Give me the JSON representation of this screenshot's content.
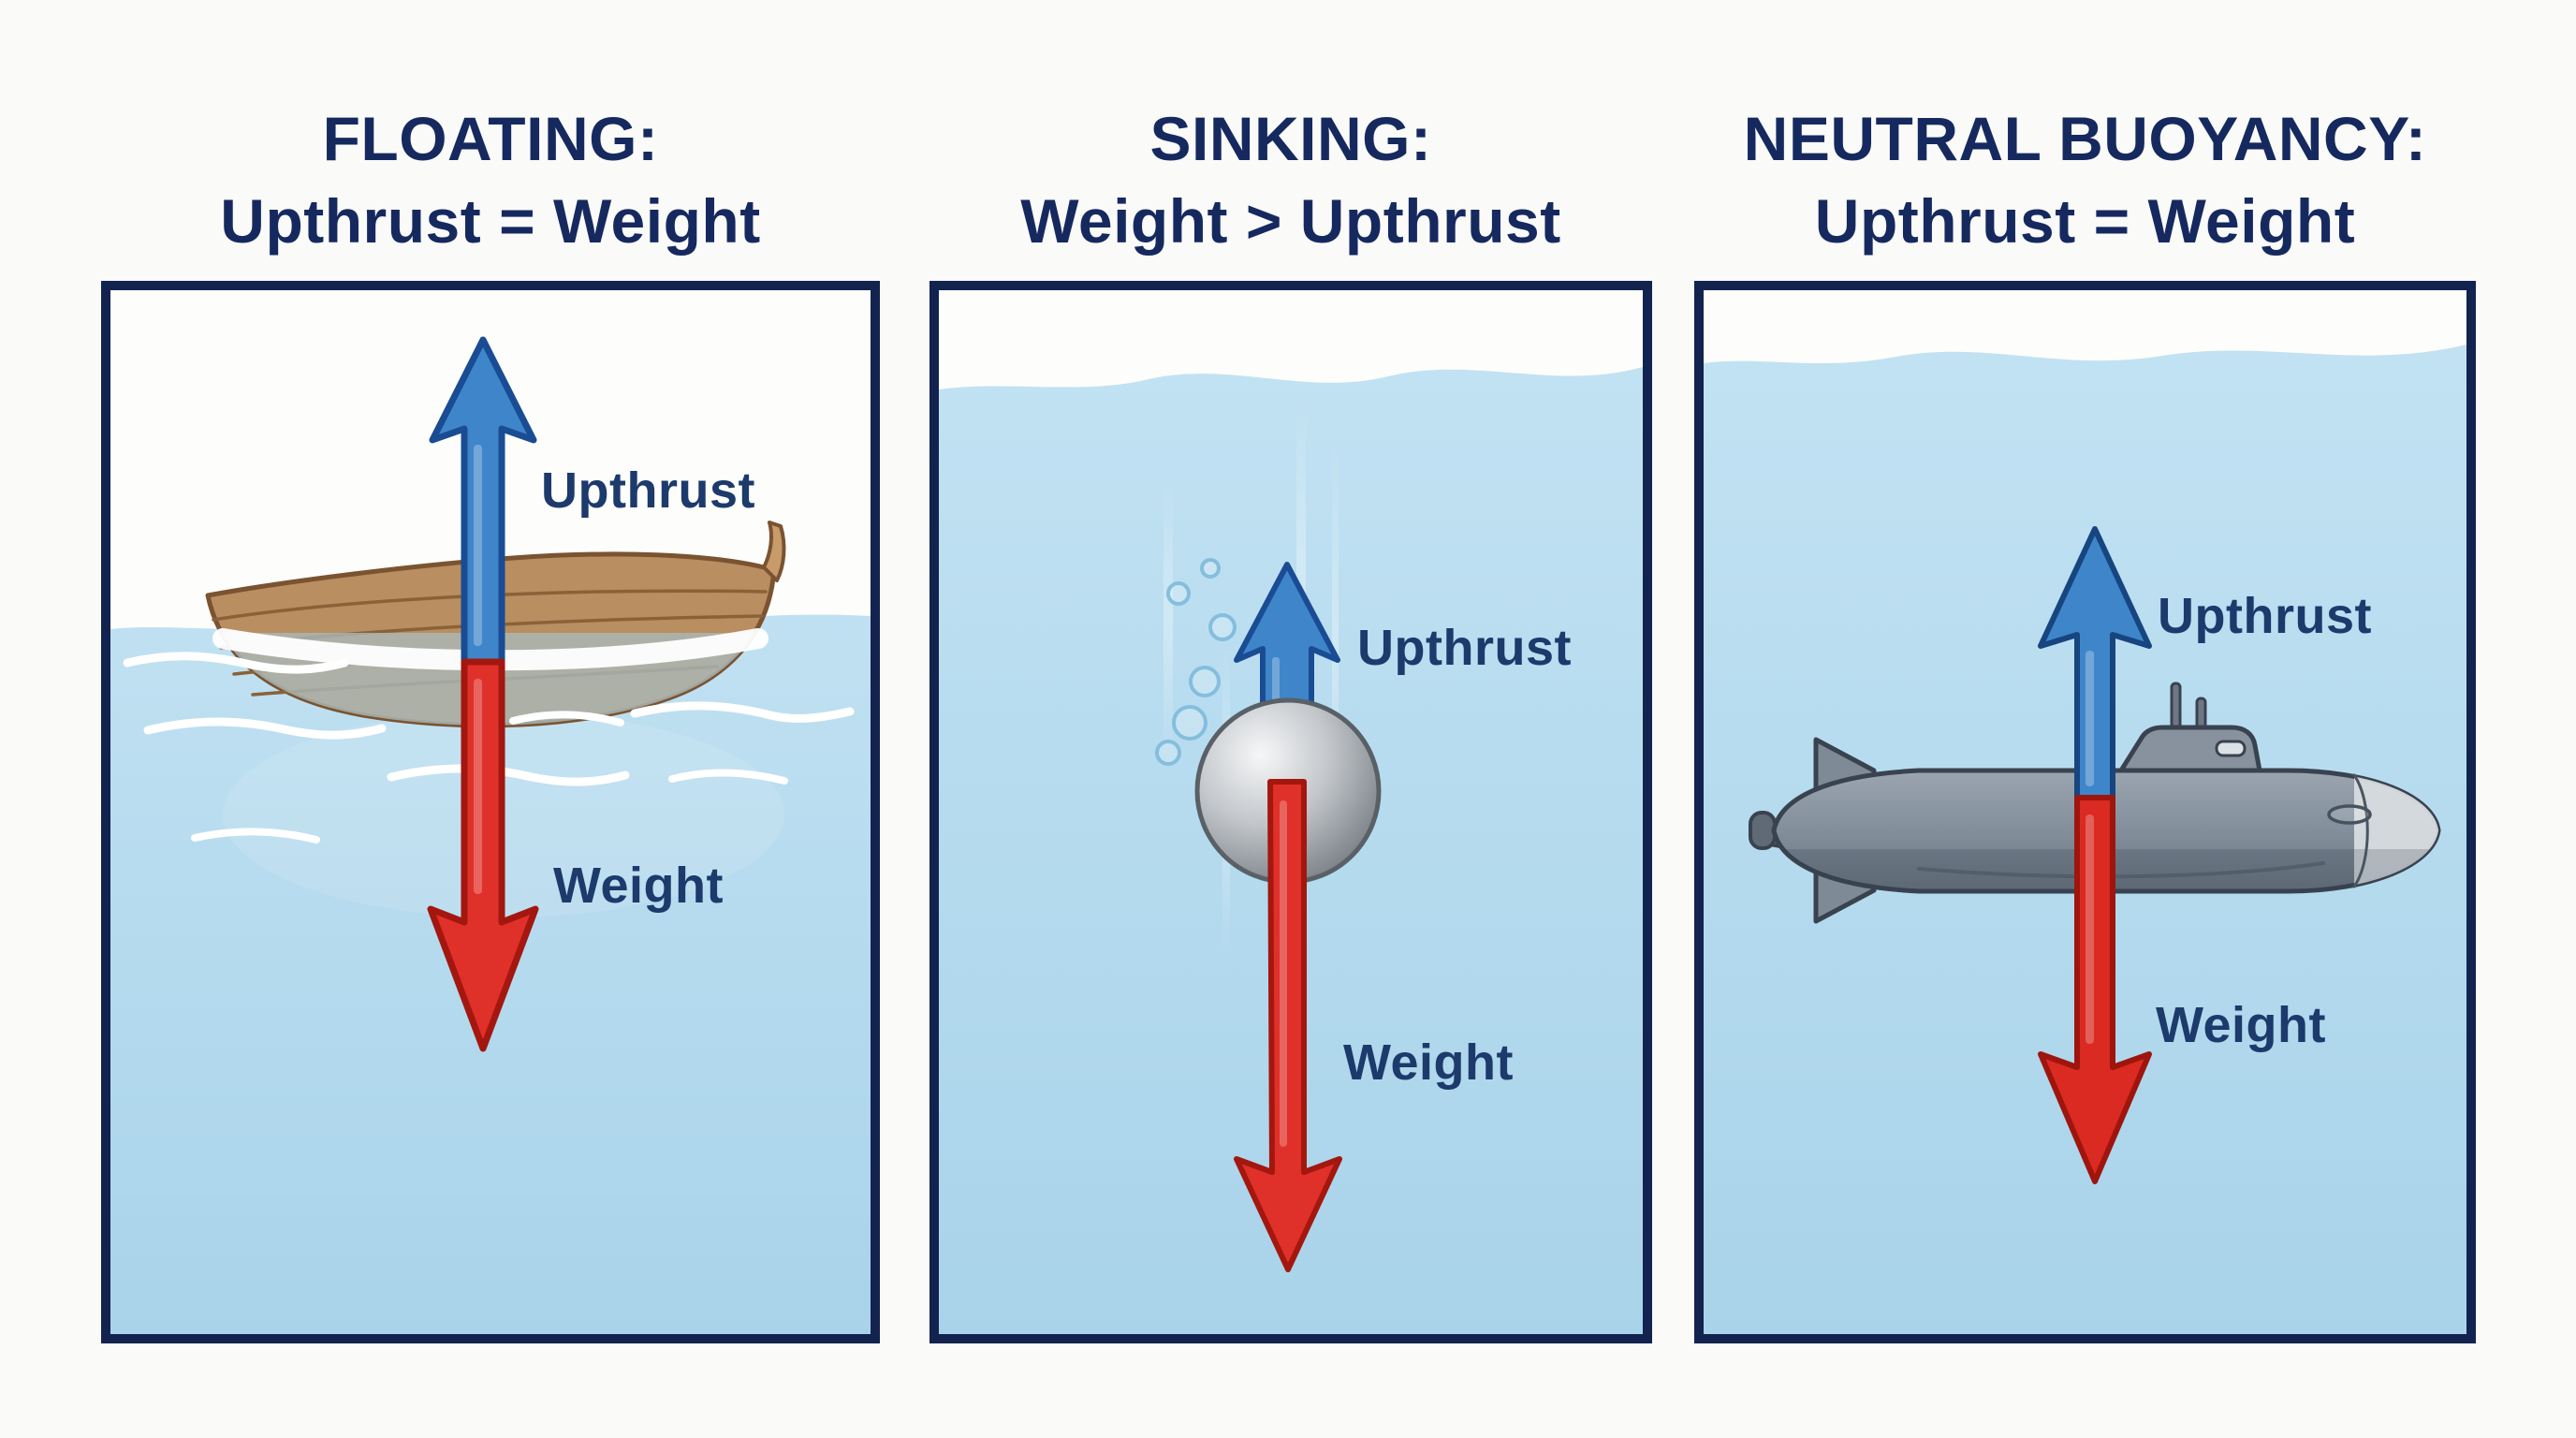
{
  "diagram": {
    "topic": "buoyancy-forces",
    "colors": {
      "title_text": "#16295f",
      "label_text": "#1c3a6b",
      "panel_border": "#13234f",
      "upthrust_arrow": "#3e86c9",
      "upthrust_arrow_outline": "#1a4c94",
      "weight_arrow": "#e0302a",
      "weight_arrow_outline": "#a3170f",
      "water_top": "#c9e6f5",
      "water_bottom": "#a9d3ea"
    }
  },
  "panels": [
    {
      "id": "floating",
      "title_line1": "FLOATING:",
      "title_line2": "Upthrust = Weight",
      "upthrust_label": "Upthrust",
      "weight_label": "Weight",
      "object": "wooden-boat"
    },
    {
      "id": "sinking",
      "title_line1": "SINKING:",
      "title_line2": "Weight > Upthrust",
      "upthrust_label": "Upthrust",
      "weight_label": "Weight",
      "object": "metal-ball"
    },
    {
      "id": "neutral-buoyancy",
      "title_line1": "NEUTRAL BUOYANCY:",
      "title_line2": "Upthrust = Weight",
      "upthrust_label": "Upthrust",
      "weight_label": "Weight",
      "object": "submarine"
    }
  ]
}
